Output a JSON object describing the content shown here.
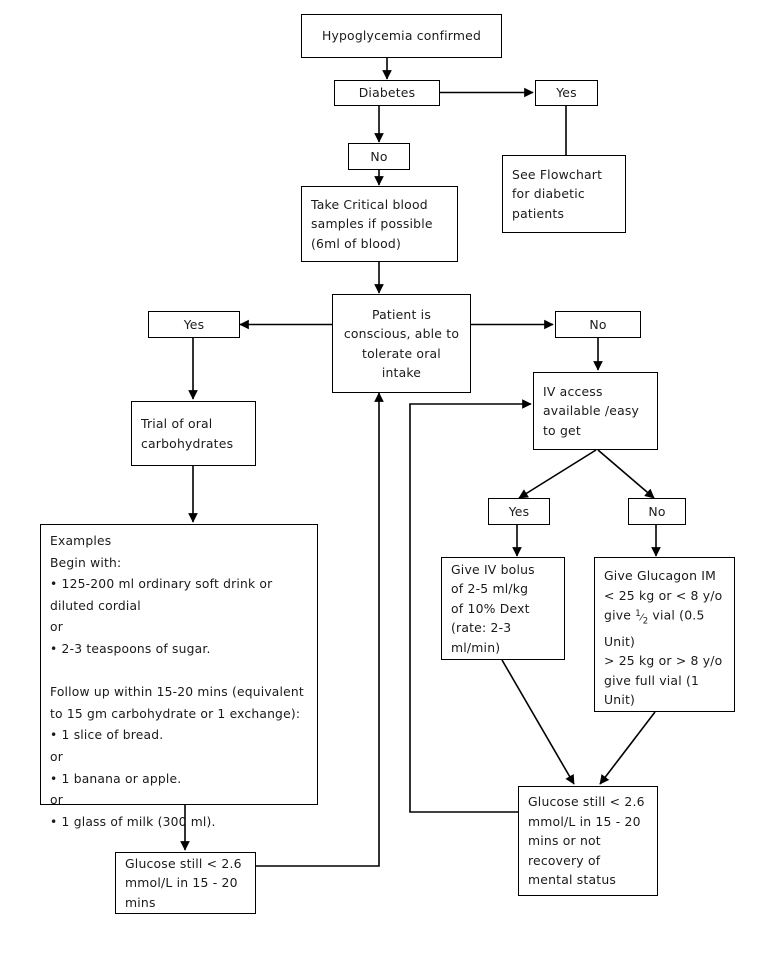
{
  "chart_data": {
    "type": "diagram",
    "title": "Hypoglycemia management flowchart",
    "subtype": "flowchart",
    "nodes": [
      {
        "id": "hypoglycemia_confirmed",
        "label": "Hypoglycemia confirmed"
      },
      {
        "id": "diabetes",
        "label": "Diabetes"
      },
      {
        "id": "diabetes_yes",
        "label": "Yes"
      },
      {
        "id": "diabetes_no",
        "label": "No"
      },
      {
        "id": "see_flowchart",
        "label": "See Flowchart\nfor diabetic\npatients"
      },
      {
        "id": "take_critical",
        "label": "Take Critical blood\nsamples if possible\n(6ml of blood)"
      },
      {
        "id": "patient_conscious",
        "label": "Patient is\nconscious, able to\ntolerate oral\nintake"
      },
      {
        "id": "conscious_yes",
        "label": "Yes"
      },
      {
        "id": "conscious_no",
        "label": "No"
      },
      {
        "id": "trial_oral",
        "label": "Trial of oral\ncarbohydrates"
      },
      {
        "id": "examples",
        "label": "Examples"
      },
      {
        "id": "iv_access",
        "label": "IV access\navailable /easy\nto get"
      },
      {
        "id": "iv_yes",
        "label": "Yes"
      },
      {
        "id": "iv_no",
        "label": "No"
      },
      {
        "id": "give_iv_bolus",
        "label": "Give IV bolus\nof 2-5 ml/kg\nof 10% Dext\n(rate: 2-3\nml/min)"
      },
      {
        "id": "give_glucagon",
        "label": "Give Glucagon IM"
      },
      {
        "id": "glucose_left",
        "label": "Glucose still < 2.6\nmmol/L in 15 - 20\nmins"
      },
      {
        "id": "glucose_right",
        "label": "Glucose still < 2.6\nmmol/L in 15 - 20\nmins or not\nrecovery of\nmental status"
      }
    ],
    "edges": [
      {
        "from": "hypoglycemia_confirmed",
        "to": "diabetes",
        "arrow": true
      },
      {
        "from": "diabetes",
        "to": "diabetes_yes",
        "arrow": true
      },
      {
        "from": "diabetes",
        "to": "diabetes_no",
        "arrow": true
      },
      {
        "from": "diabetes_yes",
        "to": "see_flowchart",
        "arrow": false
      },
      {
        "from": "diabetes_no",
        "to": "take_critical",
        "arrow": true
      },
      {
        "from": "take_critical",
        "to": "patient_conscious",
        "arrow": true
      },
      {
        "from": "patient_conscious",
        "to": "conscious_yes",
        "arrow": true
      },
      {
        "from": "patient_conscious",
        "to": "conscious_no",
        "arrow": true
      },
      {
        "from": "conscious_yes",
        "to": "trial_oral",
        "arrow": true
      },
      {
        "from": "trial_oral",
        "to": "examples",
        "arrow": true
      },
      {
        "from": "examples",
        "to": "glucose_left",
        "arrow": true
      },
      {
        "from": "glucose_left",
        "to": "patient_conscious",
        "arrow": true
      },
      {
        "from": "conscious_no",
        "to": "iv_access",
        "arrow": true
      },
      {
        "from": "iv_access",
        "to": "iv_yes",
        "arrow": true
      },
      {
        "from": "iv_access",
        "to": "iv_no",
        "arrow": true
      },
      {
        "from": "iv_yes",
        "to": "give_iv_bolus",
        "arrow": true
      },
      {
        "from": "iv_no",
        "to": "give_glucagon",
        "arrow": true
      },
      {
        "from": "give_iv_bolus",
        "to": "glucose_right",
        "arrow": true
      },
      {
        "from": "give_glucagon",
        "to": "glucose_right",
        "arrow": true
      },
      {
        "from": "glucose_right",
        "to": "iv_access",
        "arrow": true
      }
    ],
    "colors": {
      "stroke": "#000000",
      "fill": "#ffffff",
      "text": "#1a1a1a"
    }
  },
  "nodes": {
    "hypoglycemia_confirmed": "Hypoglycemia confirmed",
    "diabetes": "Diabetes",
    "diabetes_yes": "Yes",
    "diabetes_no": "No",
    "see_flowchart": "See Flowchart\nfor diabetic\npatients",
    "take_critical": "Take Critical blood\nsamples if possible\n(6ml of blood)",
    "patient_conscious": "Patient is\nconscious, able to\ntolerate oral\nintake",
    "conscious_yes": "Yes",
    "conscious_no": "No",
    "trial_oral": "Trial of oral\ncarbohydrates",
    "iv_access": "IV access\navailable /easy\nto get",
    "iv_yes": "Yes",
    "iv_no": "No",
    "give_iv_bolus": "Give IV bolus\nof 2-5 ml/kg\nof 10% Dext\n(rate: 2-3\nml/min)",
    "glucose_left": "Glucose still < 2.6\nmmol/L in 15 - 20\nmins",
    "glucose_right": "Glucose still < 2.6\nmmol/L in 15 - 20\nmins or not\nrecovery of\nmental status"
  },
  "examples_box": {
    "heading": "Examples",
    "begin_with": "Begin with:",
    "item1": "• 125-200 ml ordinary soft drink or",
    "item1_cont": "diluted cordial",
    "or1": "or",
    "item2": "• 2-3 teaspoons of sugar.",
    "followup_line1": "Follow up within 15-20 mins (equivalent",
    "followup_line2": "to 15 gm carbohydrate or 1 exchange):",
    "item3": "• 1 slice of bread.",
    "or2": "or",
    "item4": "• 1 banana or apple.",
    "or3": "or",
    "item5": "• 1 glass of milk (300 ml)."
  },
  "glucagon_box": {
    "line1": "Give Glucagon IM",
    "line2_pre": "< 25 kg or < 8 y/o",
    "line3_pre": "give ",
    "line3_frac_num": "1",
    "line3_frac_den": "2",
    "line3_post": " vial (0.5",
    "line4": "Unit)",
    "line5": "> 25 kg or > 8 y/o",
    "line6": "give full vial (1",
    "line7": "Unit)"
  }
}
